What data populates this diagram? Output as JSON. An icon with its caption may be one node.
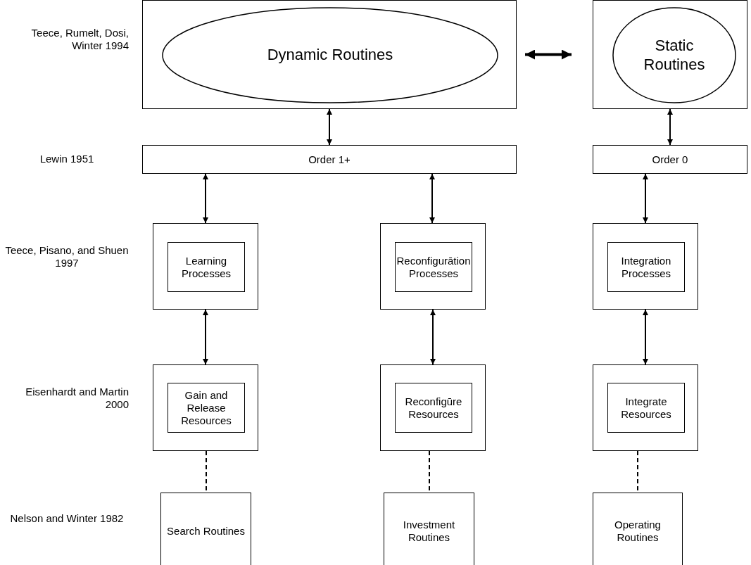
{
  "diagram": {
    "nodes": [
      {
        "text": [],
        "shape": "box"
      },
      {
        "text": [
          "Dynamic Routines"
        ],
        "in": 0
      },
      {
        "text": [],
        "shape": "box"
      },
      {
        "text": [
          "Static Routines"
        ],
        "in": 2
      },
      {
        "text": [
          "Order 1+"
        ]
      },
      {
        "text": [
          "Order 0"
        ]
      },
      {
        "text": [],
        "shape": "box"
      },
      {
        "text": [
          "Learning Processes"
        ],
        "in": 6
      },
      {
        "text": [],
        "shape": "box"
      },
      {
        "text": [
          "Reconfigurātion Processes"
        ],
        "in": 8
      },
      {
        "text": [],
        "shape": "box"
      },
      {
        "text": [
          "Integration Processes"
        ],
        "in": 10
      },
      {
        "text": [],
        "shape": "box"
      },
      {
        "text": [
          "Gain and Release Resources"
        ],
        "in": 12
      },
      {
        "text": [],
        "shape": "box"
      },
      {
        "text": [
          "Reconfigūre Resources"
        ],
        "in": 14
      },
      {
        "text": [],
        "shape": "box"
      },
      {
        "text": [
          "Integrate Resources"
        ],
        "in": 16
      },
      {
        "text": [
          "Search Routines"
        ]
      },
      {
        "text": [
          "Investment Routines"
        ]
      },
      {
        "text": [
          "Operating Routines"
        ]
      }
    ],
    "edges": [
      {
        "from": 0,
        "to": 2,
        "arrow": "both",
        "style": "thick"
      },
      {
        "from": 0,
        "to": 4,
        "arrow": "both"
      },
      {
        "from": 2,
        "to": 5,
        "arrow": "both"
      },
      {
        "from": 4,
        "to": 6,
        "arrow": "both"
      },
      {
        "from": 4,
        "to": 8,
        "arrow": "both"
      },
      {
        "from": 5,
        "to": 10,
        "arrow": "both"
      },
      {
        "from": 6,
        "to": 12,
        "arrow": "both"
      },
      {
        "from": 8,
        "to": 14,
        "arrow": "both"
      },
      {
        "from": 10,
        "to": 16,
        "arrow": "both"
      },
      {
        "from": 12,
        "to": 18,
        "arrow": "none",
        "style": "dashed"
      },
      {
        "from": 14,
        "to": 19,
        "arrow": "none",
        "style": "dashed"
      },
      {
        "from": 16,
        "to": 20,
        "arrow": "none",
        "style": "dashed"
      }
    ],
    "labels": [
      "Teece, Rumelt, Dosi, Winter 1994",
      "Lewin 1951",
      "Teece, Pisano, and Shuen 1997",
      "Eisenhardt and Martin 2000",
      "Nelson and Winter 1982"
    ]
  }
}
